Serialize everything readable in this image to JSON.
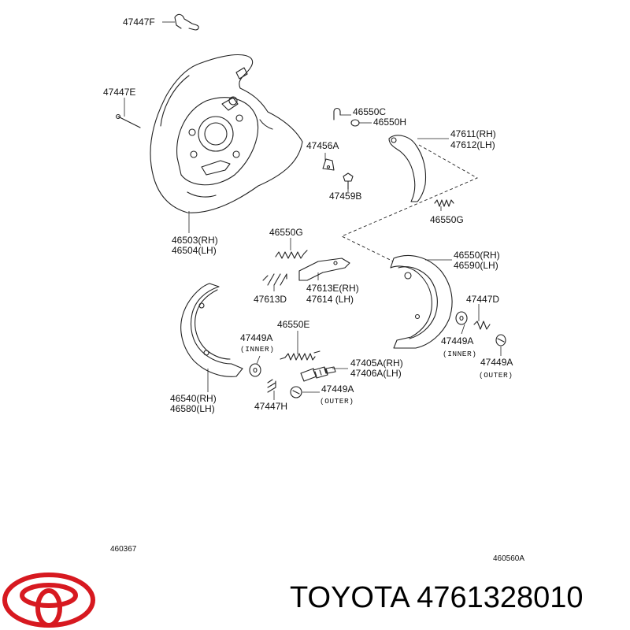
{
  "labels": {
    "l47447F": "47447F",
    "l47447E": "47447E",
    "l46503": "46503(RH)",
    "l46504": "46504(LH)",
    "l46550C": "46550C",
    "l46550H": "46550H",
    "l47456A": "47456A",
    "l47459B": "47459B",
    "l47611": "47611(RH)",
    "l47612": "47612(LH)",
    "l46550G_a": "46550G",
    "l46550G_b": "46550G",
    "l47613D": "47613D",
    "l47613E": "47613E(RH)",
    "l47614": "47614 (LH)",
    "l46550RH": "46550(RH)",
    "l46590LH": "46590(LH)",
    "l47447D": "47447D",
    "l46550E": "46550E",
    "l47449A_1": "47449A",
    "l47449A_1_note": "(INNER)",
    "l47405A": "47405A(RH)",
    "l47406A": "47406A(LH)",
    "l47449A_2": "47449A",
    "l47449A_2_note": "(INNER)",
    "l47449A_3": "47449A",
    "l47449A_3_note": "(OUTER)",
    "l47449A_4": "47449A",
    "l47449A_4_note": "(OUTER)",
    "l46540": "46540(RH)",
    "l46580": "46580(LH)",
    "l47447H": "47447H",
    "code_left": "460367",
    "code_right": "460560A"
  },
  "footer": {
    "brand": "TOYOTA",
    "part_number": "4761328010",
    "logo_color": "#d71920"
  }
}
